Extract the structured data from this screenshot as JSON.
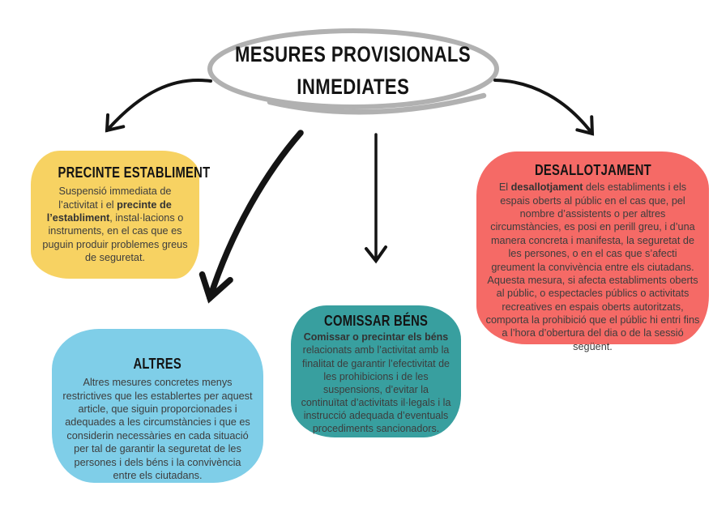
{
  "diagram": {
    "center": {
      "line1": "MESURES PROVISIONALS",
      "line2": "INMEDIATES"
    },
    "nodes": [
      {
        "id": "precinte-establiment",
        "title": "PRECINTE ESTABLIMENT",
        "color": "#F7D262",
        "body": [
          {
            "text": "Suspensió immediata de l’activitat i el ",
            "bold": false
          },
          {
            "text": "precinte de l’establiment",
            "bold": true
          },
          {
            "text": ", instal·lacions o instruments, en el cas que es puguin produir problemes greus de seguretat.",
            "bold": false
          }
        ]
      },
      {
        "id": "altres",
        "title": "ALTRES",
        "color": "#7FCEE8",
        "body": [
          {
            "text": "Altres mesures concretes menys restrictives que les establertes per aquest article, que siguin proporcionades i adequades a les circumstàncies i que es considerin necessàries en cada situació per tal de garantir la seguretat de les persones i dels béns i la convivència entre els ciutadans.",
            "bold": false
          }
        ]
      },
      {
        "id": "comissar-bens",
        "title": "COMISSAR BÉNS",
        "color": "#389F9F",
        "body": [
          {
            "text": "Comissar o precintar els béns",
            "bold": true
          },
          {
            "text": " relacionats amb l’activitat amb la finalitat de garantir l’efectivitat de les prohibicions i de les suspensions, d’evitar la continuïtat d’activitats il·legals i la instrucció adequada d’eventuals procediments sancionadors.",
            "bold": false
          }
        ]
      },
      {
        "id": "desallotjament",
        "title": "DESALLOTJAMENT",
        "color": "#F56A66",
        "body": [
          {
            "text": "El ",
            "bold": false
          },
          {
            "text": "desallotjament",
            "bold": true
          },
          {
            "text": " dels establiments i els espais oberts al públic en el cas que, pel nombre d’assistents o per altres circumstàncies, es posi en perill greu, i d’una manera concreta i manifesta, la seguretat de les persones, o en el cas que s’afecti greument la convivència entre els ciutadans. Aquesta mesura, si afecta establiments oberts al públic, o espectacles públics o activitats recreatives en espais oberts autoritzats, comporta la prohibició que el públic hi entri fins a l’hora d’obertura del dia o de la sessió següent.",
            "bold": false
          }
        ]
      }
    ],
    "styles": {
      "ellipse_stroke": "#B1B1B1",
      "arrow_color": "#141414",
      "title_color": "#141414",
      "body_color": "#3D3D3D",
      "background": "#FFFFFF"
    }
  }
}
